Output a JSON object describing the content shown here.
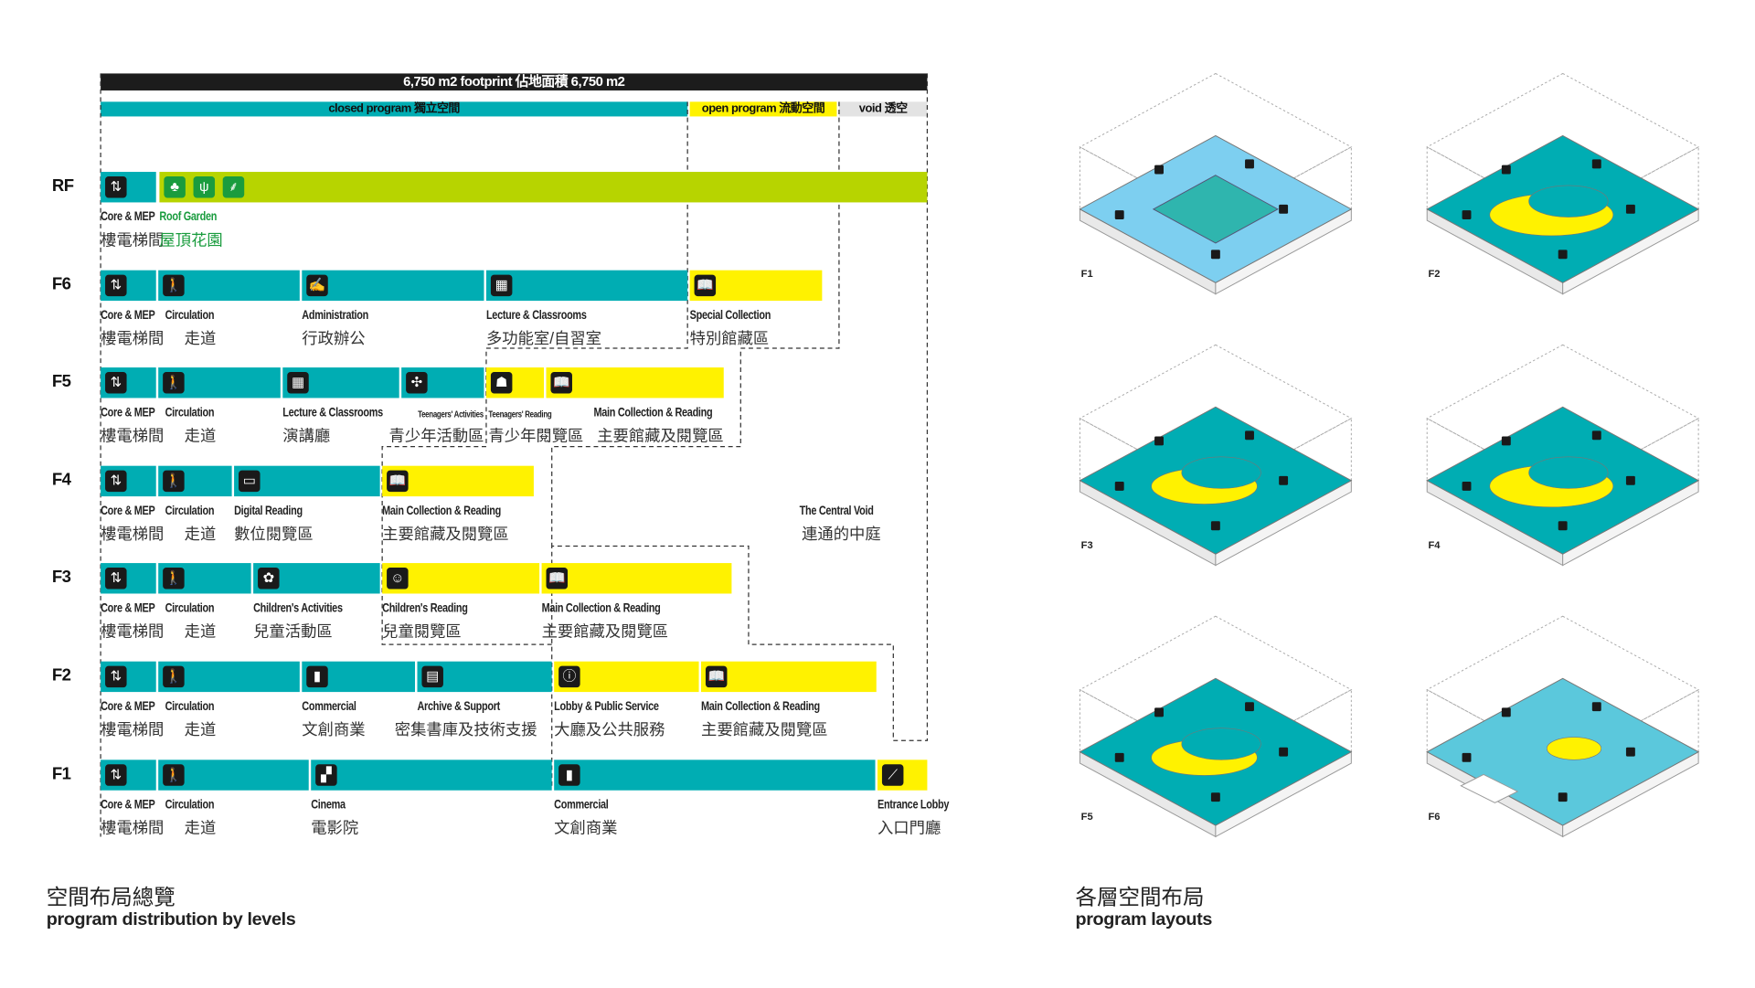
{
  "header": {
    "footprint": "6,750 m2 footprint  佔地面積 6,750 m2"
  },
  "categories": {
    "closed": "closed program   獨立空間",
    "open": "open program   流動空間",
    "void": "void 透空"
  },
  "colors": {
    "closed": "#00adb3",
    "open": "#fff200",
    "roof": "#b7d400",
    "void": "#e3e3e3",
    "icon": "#1a1a1a",
    "garden_text": "#1a9c3e"
  },
  "rows": [
    {
      "level": "RF",
      "segments": [
        {
          "type": "closed",
          "icon": "elevator-icon",
          "en": "Core & MEP",
          "zh": "樓電梯間"
        },
        {
          "type": "roof",
          "icon": "tree-icon",
          "extra_icons": [
            "grass-icon",
            "wheat-icon"
          ],
          "en": "Roof Garden",
          "zh": "屋頂花園"
        }
      ]
    },
    {
      "level": "F6",
      "segments": [
        {
          "type": "closed",
          "icon": "elevator-icon",
          "en": "Core & MEP",
          "zh": "樓電梯間"
        },
        {
          "type": "closed",
          "icon": "walking-person-icon",
          "en": "Circulation",
          "zh": "走道"
        },
        {
          "type": "closed",
          "icon": "desk-worker-icon",
          "en": "Administration",
          "zh": "行政辦公"
        },
        {
          "type": "closed",
          "icon": "classroom-icon",
          "en": "Lecture & Classrooms",
          "zh": "多功能室/自習室"
        },
        {
          "type": "open",
          "icon": "book-icon",
          "en": "Special Collection",
          "zh": "特別館藏區"
        }
      ]
    },
    {
      "level": "F5",
      "segments": [
        {
          "type": "closed",
          "icon": "elevator-icon",
          "en": "Core & MEP",
          "zh": "樓電梯間"
        },
        {
          "type": "closed",
          "icon": "walking-person-icon",
          "en": "Circulation",
          "zh": "走道"
        },
        {
          "type": "closed",
          "icon": "classroom-icon",
          "en": "Lecture & Classrooms",
          "zh": "演講廳"
        },
        {
          "type": "closed",
          "icon": "network-icon",
          "en": "Teenagers' Activities",
          "zh": "青少年活動區",
          "small": true
        },
        {
          "type": "open",
          "icon": "reader-icon",
          "en": "Teenagers' Reading",
          "zh": "青少年閱覽區",
          "small": true
        },
        {
          "type": "open",
          "icon": "book-icon",
          "en": "Main Collection & Reading",
          "zh": "主要館藏及閱覽區"
        }
      ]
    },
    {
      "level": "F4",
      "segments": [
        {
          "type": "closed",
          "icon": "elevator-icon",
          "en": "Core & MEP",
          "zh": "樓電梯間"
        },
        {
          "type": "closed",
          "icon": "walking-person-icon",
          "en": "Circulation",
          "zh": "走道"
        },
        {
          "type": "closed",
          "icon": "monitor-icon",
          "en": "Digital Reading",
          "zh": "數位閱覽區"
        },
        {
          "type": "open",
          "icon": "book-icon",
          "en": "Main Collection & Reading",
          "zh": "主要館藏及閱覽區"
        }
      ]
    },
    {
      "level": "F3",
      "segments": [
        {
          "type": "closed",
          "icon": "elevator-icon",
          "en": "Core & MEP",
          "zh": "樓電梯間"
        },
        {
          "type": "closed",
          "icon": "walking-person-icon",
          "en": "Circulation",
          "zh": "走道"
        },
        {
          "type": "closed",
          "icon": "teddy-bear-icon",
          "en": "Children's Activities",
          "zh": "兒童活動區"
        },
        {
          "type": "open",
          "icon": "child-icon",
          "en": "Children's Reading",
          "zh": "兒童閱覽區"
        },
        {
          "type": "open",
          "icon": "book-icon",
          "en": "Main Collection & Reading",
          "zh": "主要館藏及閱覽區"
        }
      ]
    },
    {
      "level": "F2",
      "segments": [
        {
          "type": "closed",
          "icon": "elevator-icon",
          "en": "Core & MEP",
          "zh": "樓電梯間"
        },
        {
          "type": "closed",
          "icon": "walking-person-icon",
          "en": "Circulation",
          "zh": "走道"
        },
        {
          "type": "closed",
          "icon": "shopping-bag-icon",
          "en": "Commercial",
          "zh": "文創商業"
        },
        {
          "type": "closed",
          "icon": "archive-box-icon",
          "en": "Archive & Support",
          "zh": "密集書庫及技術支援"
        },
        {
          "type": "open",
          "icon": "info-icon",
          "en": "Lobby & Public Service",
          "zh": "大廳及公共服務"
        },
        {
          "type": "open",
          "icon": "book-icon",
          "en": "Main Collection & Reading",
          "zh": "主要館藏及閱覽區"
        }
      ]
    },
    {
      "level": "F1",
      "segments": [
        {
          "type": "closed",
          "icon": "elevator-icon",
          "en": "Core & MEP",
          "zh": "樓電梯間"
        },
        {
          "type": "closed",
          "icon": "walking-person-icon",
          "en": "Circulation",
          "zh": "走道"
        },
        {
          "type": "closed",
          "icon": "cinema-icon",
          "en": "Cinema",
          "zh": "電影院"
        },
        {
          "type": "closed",
          "icon": "shopping-bag-icon",
          "en": "Commercial",
          "zh": "文創商業"
        },
        {
          "type": "open",
          "icon": "escalator-icon",
          "en": "Entrance Lobby",
          "zh": "入口門廳"
        }
      ]
    }
  ],
  "central_void": {
    "en": "The Central Void",
    "zh": "連通的中庭"
  },
  "left_title": {
    "zh": "空間布局總覽",
    "en": "program distribution by levels"
  },
  "right_title": {
    "zh": "各層空間布局",
    "en": "program layouts"
  },
  "layouts": [
    {
      "label": "F1",
      "open_share": 0.08
    },
    {
      "label": "F2",
      "open_share": 0.35
    },
    {
      "label": "F3",
      "open_share": 0.3
    },
    {
      "label": "F4",
      "open_share": 0.35
    },
    {
      "label": "F5",
      "open_share": 0.3
    },
    {
      "label": "F6",
      "open_share": 0.05
    }
  ]
}
